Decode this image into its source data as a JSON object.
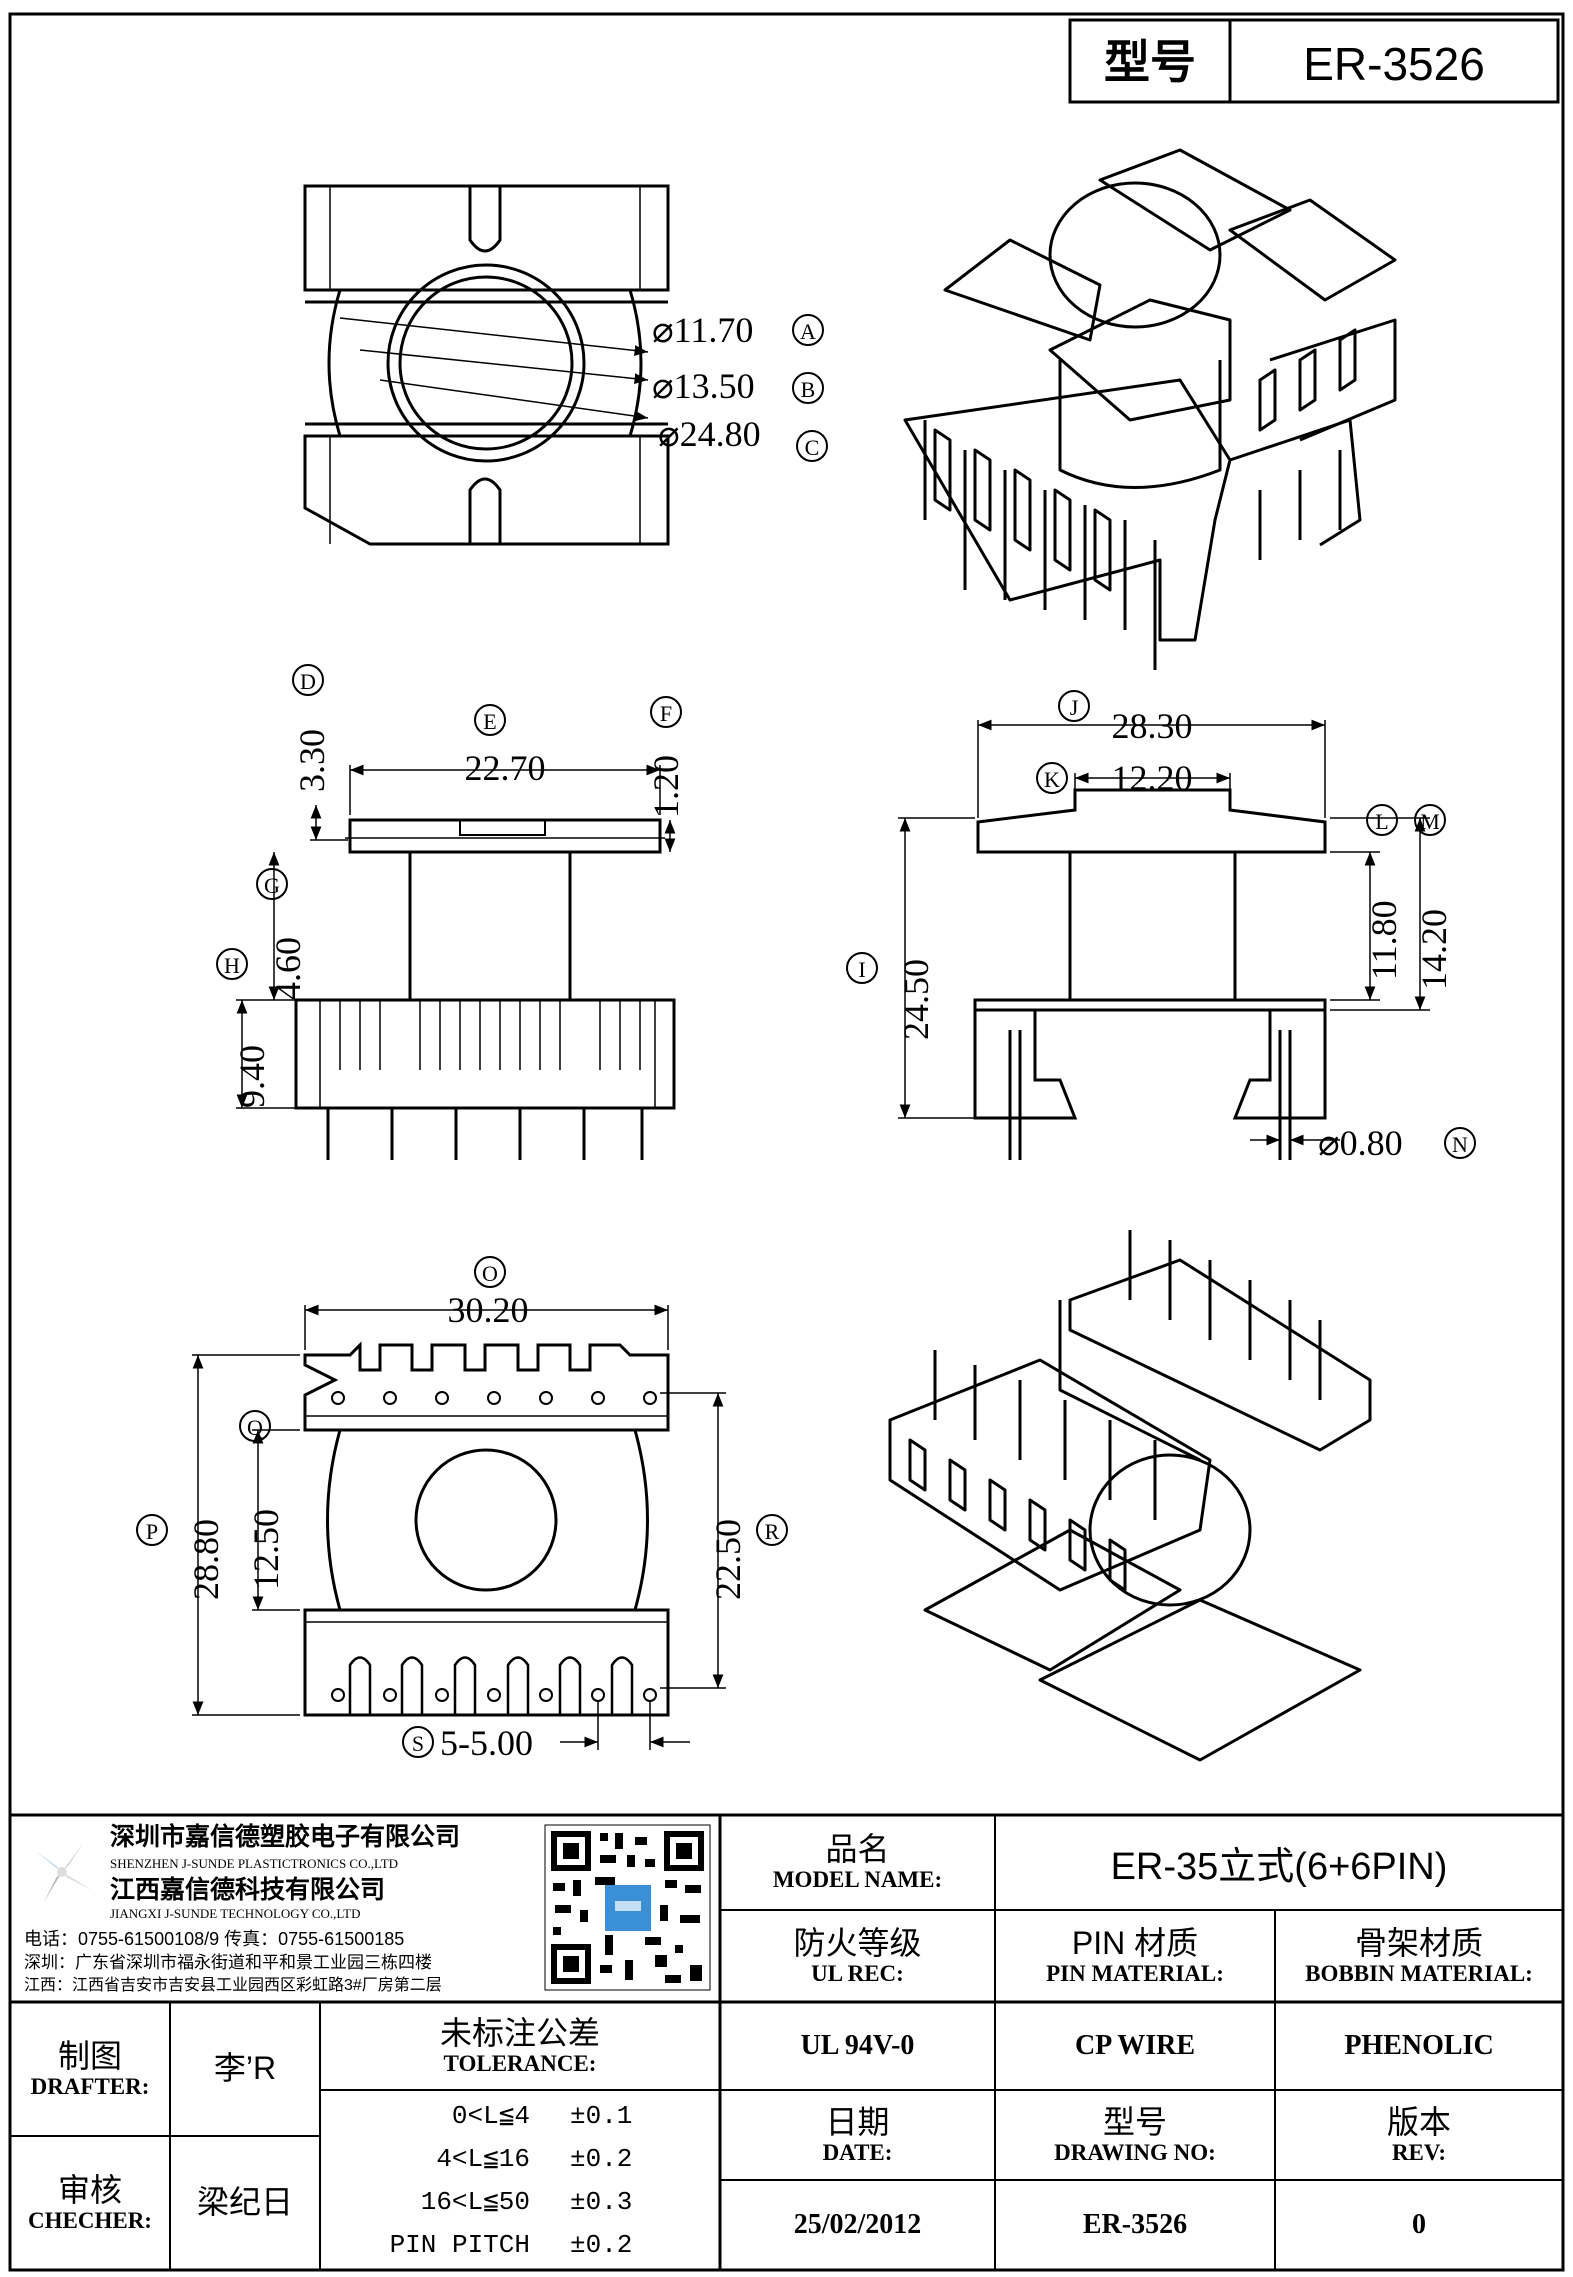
{
  "header": {
    "model_label": "型号",
    "model_value": "ER-3526"
  },
  "top_view": {
    "dim_a": "⌀11.70",
    "tag_a": "A",
    "dim_b": "⌀13.50",
    "tag_b": "B",
    "dim_c": "⌀24.80",
    "tag_c": "C"
  },
  "front_view": {
    "dim_d": "3.30",
    "tag_d": "D",
    "dim_e": "22.70",
    "tag_e": "E",
    "dim_f": "1.20",
    "tag_f": "F",
    "dim_g": "4.60",
    "tag_g": "G",
    "dim_h": "9.40",
    "tag_h": "H"
  },
  "side_view": {
    "dim_j": "28.30",
    "tag_j": "J",
    "dim_k": "12.20",
    "tag_k": "K",
    "tag_l": "L",
    "tag_m": "M",
    "dim_l": "11.80",
    "dim_m": "14.20",
    "dim_i": "24.50",
    "tag_i": "I",
    "dim_n": "⌀0.80",
    "tag_n": "N"
  },
  "bottom_view": {
    "dim_o": "30.20",
    "tag_o": "O",
    "dim_p": "28.80",
    "tag_p": "P",
    "dim_q": "12.50",
    "tag_q": "Q",
    "dim_r": "22.50",
    "tag_r": "R",
    "dim_s": "5-5.00",
    "tag_s": "S"
  },
  "company": {
    "name_cn": "深圳市嘉信德塑胶电子有限公司",
    "name_en": "SHENZHEN J-SUNDE PLASTICTRONICS CO.,LTD",
    "name2_cn": "江西嘉信德科技有限公司",
    "name2_en": "JIANGXI J-SUNDE TECHNOLOGY CO.,LTD",
    "phone": "电话：0755-61500108/9        传真：0755-61500185",
    "addr_sz": "深圳：广东省深圳市福永街道和平和景工业园三栋四楼",
    "addr_jx": "江西：江西省吉安市吉安县工业园西区彩虹路3#厂房第二层"
  },
  "title_block": {
    "model_name_cn": "品名",
    "model_name_en": "MODEL NAME:",
    "model_name_value": "ER-35立式(6+6PIN)",
    "ul_cn": "防火等级",
    "ul_en": "UL REC:",
    "pin_cn": "PIN 材质",
    "pin_en": "PIN MATERIAL:",
    "bobbin_cn": "骨架材质",
    "bobbin_en": "BOBBIN MATERIAL:",
    "ul_value": "UL 94V-0",
    "pin_value": "CP WIRE",
    "bobbin_value": "PHENOLIC",
    "drafter_cn": "制图",
    "drafter_en": "DRAFTER:",
    "drafter_value": "李’R",
    "checker_cn": "审核",
    "checker_en": "CHECHER:",
    "checker_value": "梁纪日",
    "tolerance_cn": "未标注公差",
    "tolerance_en": "TOLERANCE:",
    "tol_rows": [
      {
        "range": "0<L≦4",
        "value": "±0.1"
      },
      {
        "range": "4<L≦16",
        "value": "±0.2"
      },
      {
        "range": "16<L≦50",
        "value": "±0.3"
      },
      {
        "range": "PIN PITCH",
        "value": "±0.2"
      }
    ],
    "date_cn": "日期",
    "date_en": "DATE:",
    "drawing_cn": "型号",
    "drawing_en": "DRAWING NO:",
    "rev_cn": "版本",
    "rev_en": "REV:",
    "date_value": "25/02/2012",
    "drawing_value": "ER-3526",
    "rev_value": "0"
  }
}
